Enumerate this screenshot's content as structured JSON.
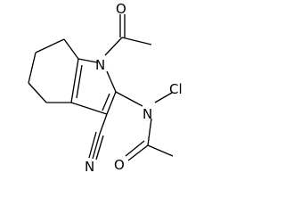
{
  "molecule": {
    "atoms": {
      "n_ring": "N",
      "o_ring_acetyl": "O",
      "n_amide": "N",
      "cl": "Cl",
      "o_amide": "O",
      "n_nitrile": "N"
    },
    "colors": {
      "bond": "#000000",
      "label": "#000000",
      "background": "#ffffff"
    }
  }
}
